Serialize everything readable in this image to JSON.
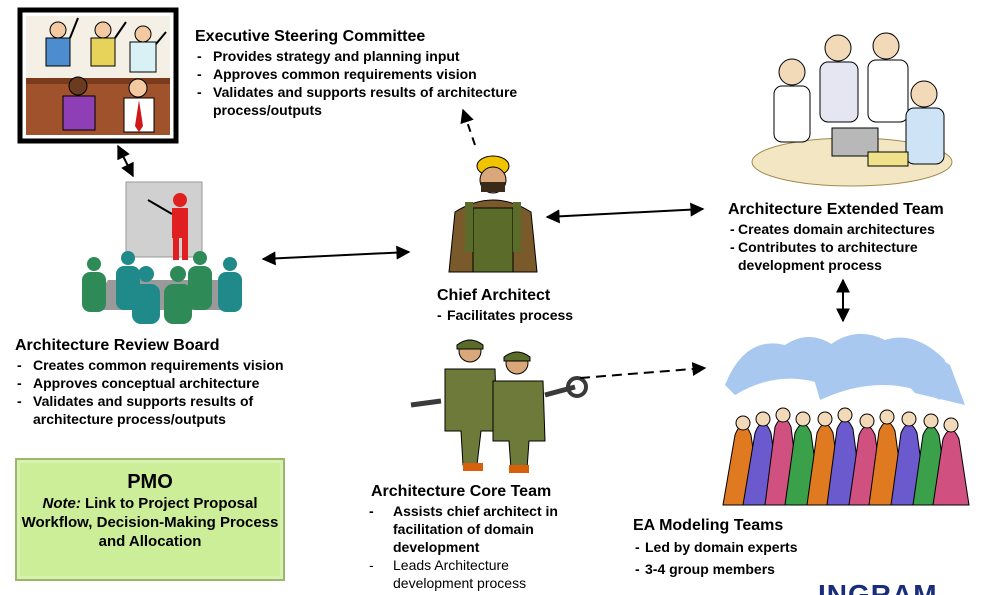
{
  "executive": {
    "title": "Executive Steering Committee",
    "items": [
      "Provides strategy and planning input",
      "Approves common requirements vision",
      "Validates and supports results of architecture process/outputs"
    ]
  },
  "chief": {
    "title": "Chief Architect",
    "items": [
      "Facilitates process"
    ]
  },
  "extended": {
    "title": "Architecture Extended Team",
    "items": [
      "Creates domain architectures",
      "Contributes to architecture development process"
    ]
  },
  "review": {
    "title": "Architecture Review Board",
    "items": [
      "Creates common requirements vision",
      "Approves conceptual architecture",
      "Validates and supports results of architecture process/outputs"
    ]
  },
  "core": {
    "title": "Architecture Core Team",
    "items": [
      "Assists chief architect in facilitation of domain development",
      "Leads Architecture development process"
    ]
  },
  "modeling": {
    "title": "EA Modeling Teams",
    "items": [
      "Led by domain experts",
      "3-4 group members"
    ]
  },
  "pmo": {
    "title": "PMO",
    "note_label": "Note:",
    "note_text": " Link to Project Proposal Workflow, Decision-Making Process and Allocation"
  },
  "logo": {
    "text": "INGRAM"
  },
  "colors": {
    "pmo_fill": "#ccee99",
    "pmo_border": "#98b86a",
    "logo": "#1a2d7a",
    "teams_blue": "#a8c8f0"
  }
}
